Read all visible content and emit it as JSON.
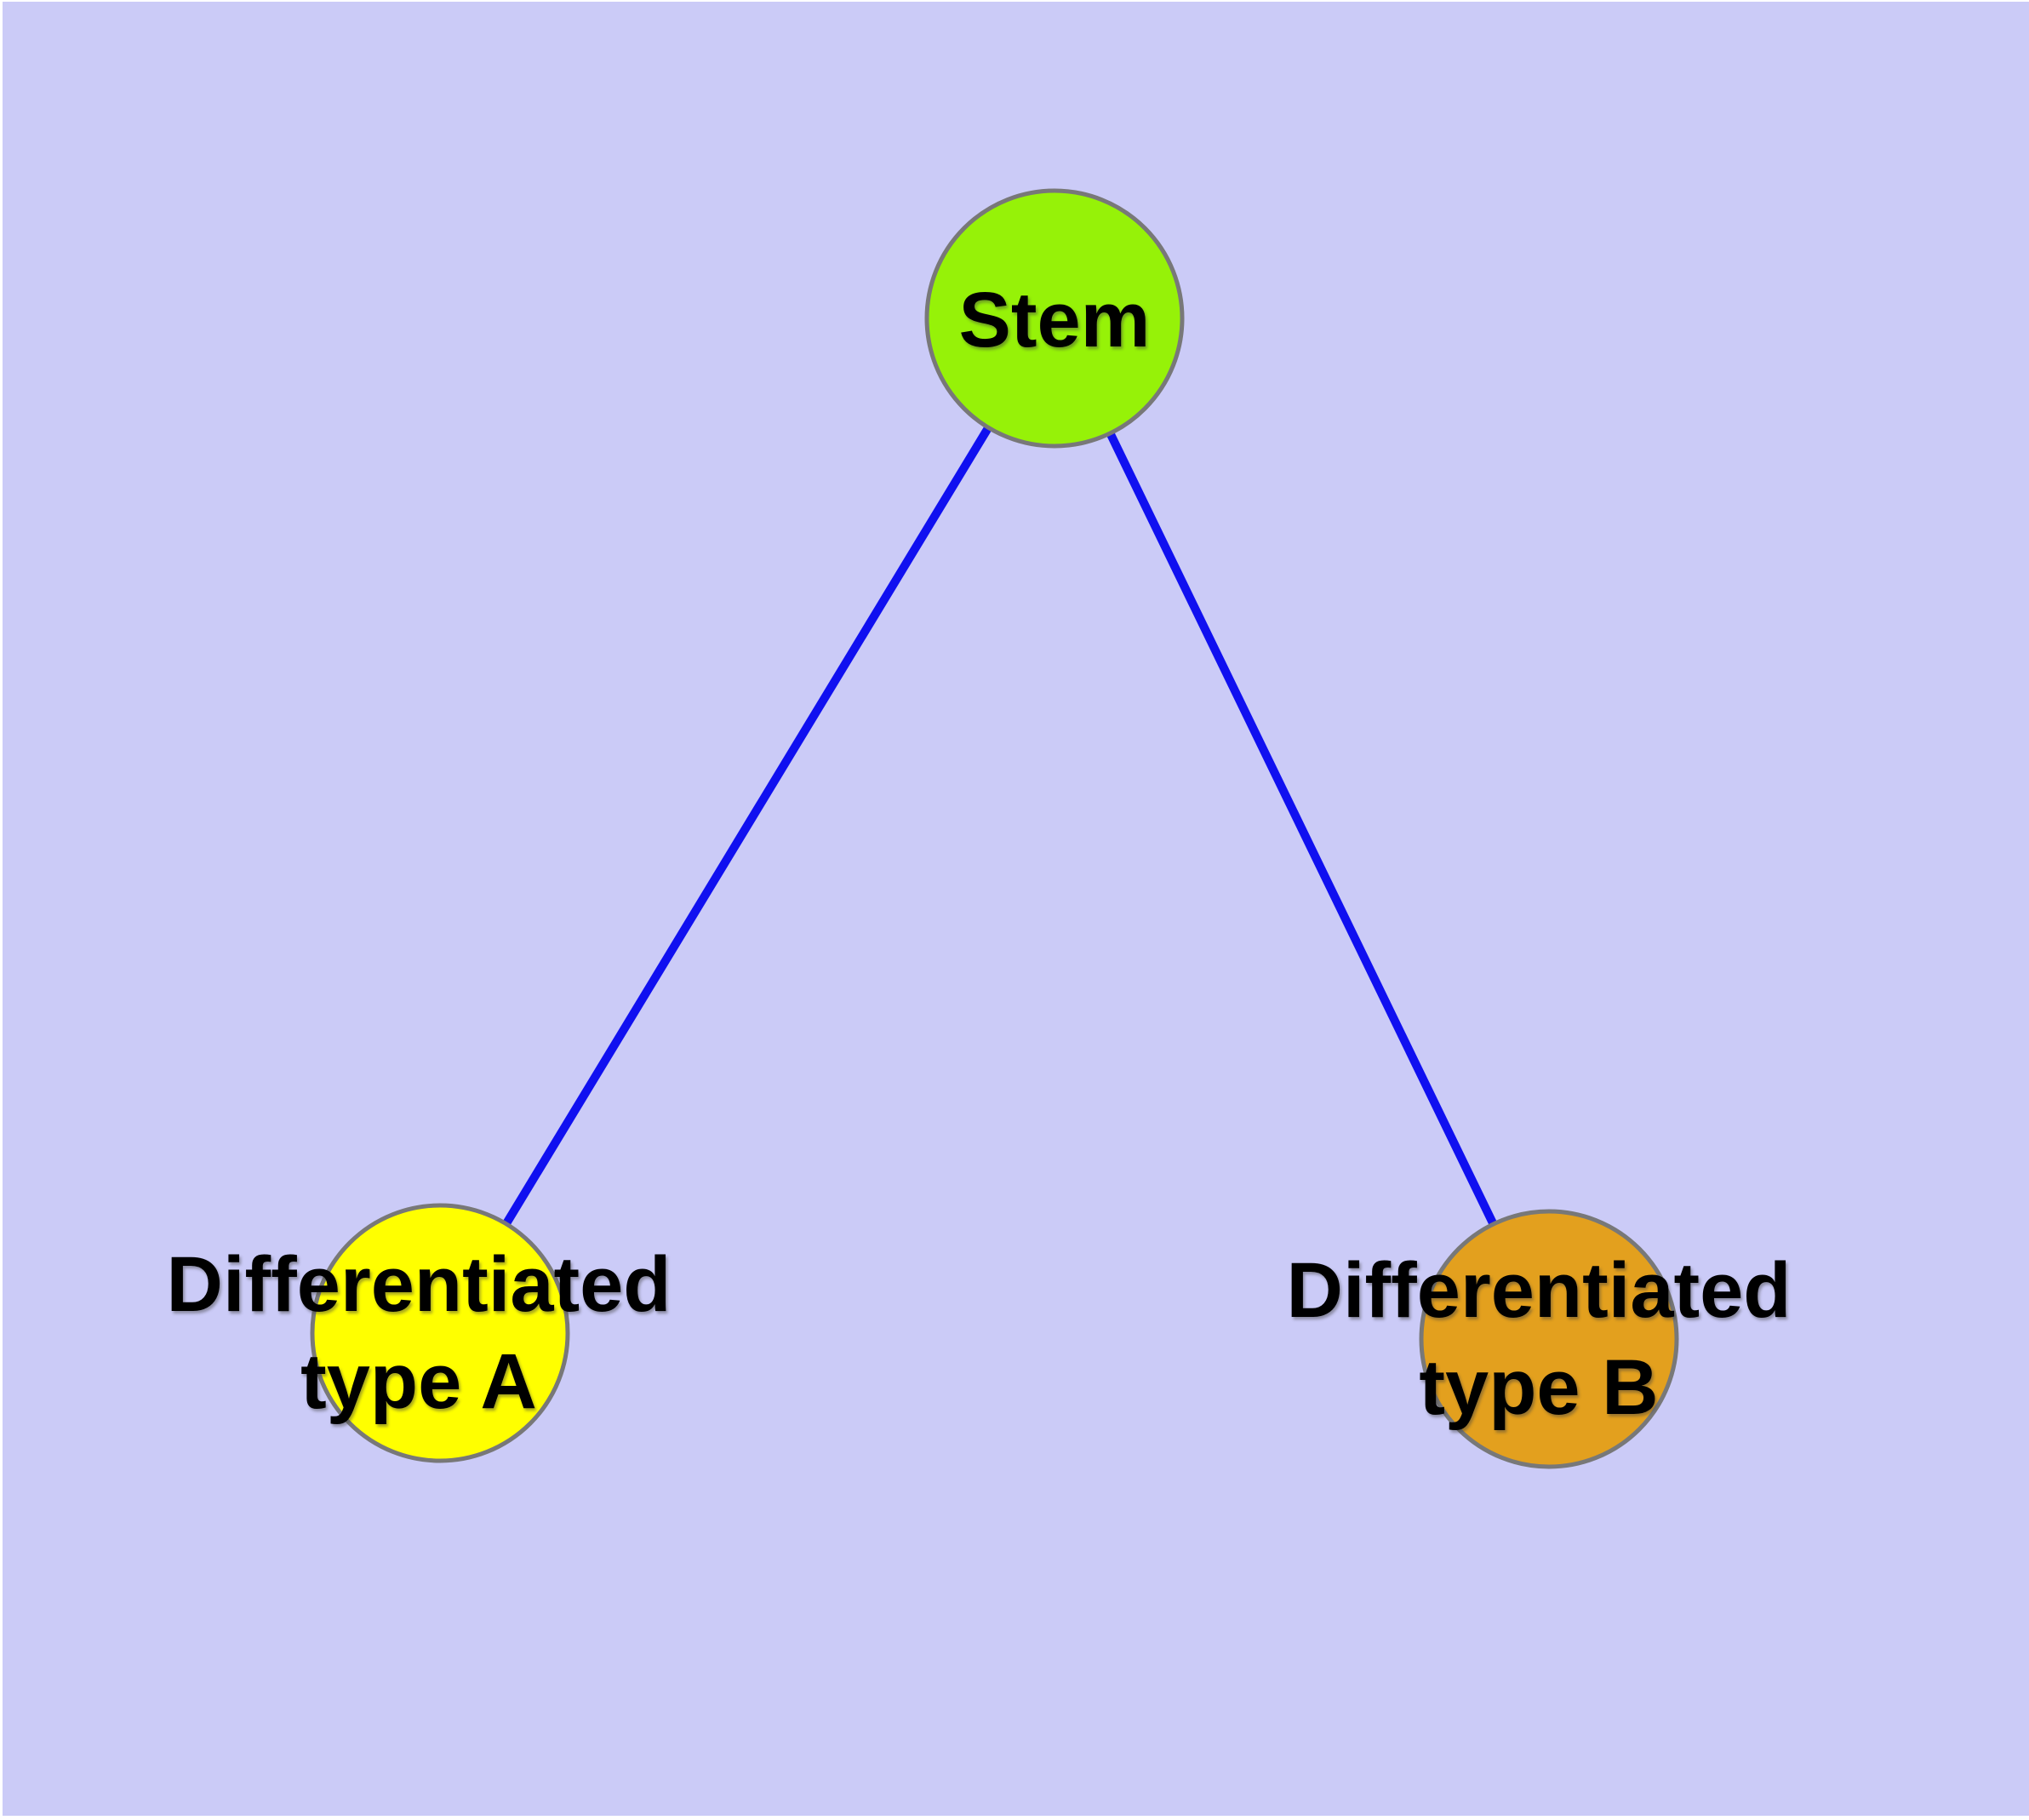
{
  "diagram": {
    "background_color": "#CBCBF7",
    "page_margin_color": "#FFFFFF",
    "edge_color": "#1010F0",
    "node_border_color": "#787878",
    "label_color": "#000000",
    "nodes": {
      "stem": {
        "label": "Stem",
        "color": "#96F208"
      },
      "type_a": {
        "label": "Differentiated type A",
        "label_line1": "Differentiated",
        "label_line2": "type A",
        "color": "#FFFF00"
      },
      "type_b": {
        "label": "Differentiated type B",
        "label_line1": "Differentiated",
        "label_line2": "type B",
        "color": "#E3A01E"
      }
    },
    "edges": [
      {
        "from": "Stem",
        "to": "Differentiated type A"
      },
      {
        "from": "Stem",
        "to": "Differentiated type B"
      }
    ]
  }
}
